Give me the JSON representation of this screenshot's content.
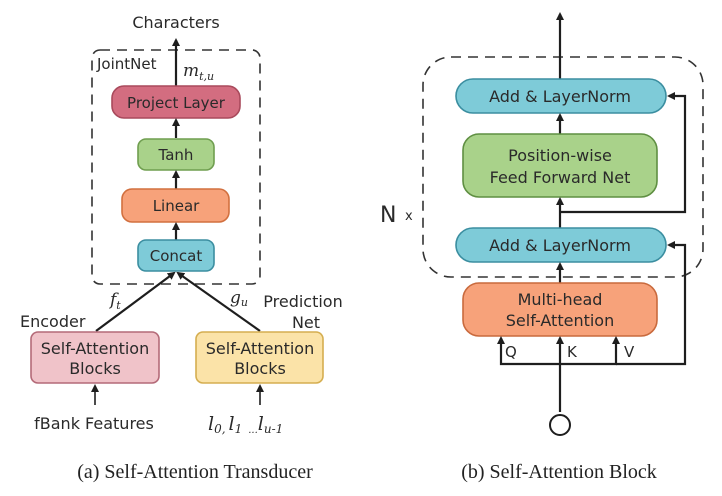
{
  "colors": {
    "project_fill": "#d36d80",
    "project_stroke": "#a94a5c",
    "tanh_fill": "#a9d28a",
    "tanh_stroke": "#6f9e4f",
    "linear_fill": "#f7a27a",
    "linear_stroke": "#d2703f",
    "concat_fill": "#7ecbd8",
    "concat_stroke": "#3b8ea0",
    "encoder_fill": "#f0c3c9",
    "encoder_stroke": "#b46a78",
    "prednet_fill": "#fbe3a8",
    "prednet_stroke": "#d5ae50",
    "ffn_fill": "#a9d28a",
    "ffn_stroke": "#5f8f42",
    "mhsa_fill": "#f7a27a",
    "mhsa_stroke": "#c96a3d",
    "addnorm_fill": "#7ecbd8",
    "addnorm_stroke": "#3b8ea0"
  },
  "left": {
    "output_label": "Characters",
    "jointnet_label": "JointNet",
    "m_symbol": "m",
    "m_subscript": "t,u",
    "project_layer": "Project Layer",
    "tanh": "Tanh",
    "linear": "Linear",
    "concat": "Concat",
    "f_symbol": "f",
    "f_subscript": "t",
    "g_symbol": "g",
    "g_subscript": "u",
    "encoder_label": "Encoder",
    "prediction_label_line1": "Prediction",
    "prediction_label_line2": "Net",
    "encoder_block_line1": "Self-Attention",
    "encoder_block_line2": "Blocks",
    "prednet_block_line1": "Self-Attention",
    "prednet_block_line2": "Blocks",
    "encoder_input": "fBank Features",
    "prednet_input": {
      "l0": "l",
      "l0_sub": "0,",
      "l1": "l",
      "l1_sub": "1",
      "ellipsis": "...",
      "lu": "l",
      "lu_sub": "u-1"
    },
    "caption": "(a) Self-Attention Transducer"
  },
  "right": {
    "repeat_label": "N",
    "repeat_x": "x",
    "addnorm_top": "Add & LayerNorm",
    "ffn_line1": "Position-wise",
    "ffn_line2": "Feed Forward Net",
    "addnorm_bottom": "Add & LayerNorm",
    "mhsa_line1": "Multi-head",
    "mhsa_line2": "Self-Attention",
    "q_label": "Q",
    "k_label": "K",
    "v_label": "V",
    "caption": "(b) Self-Attention Block"
  }
}
